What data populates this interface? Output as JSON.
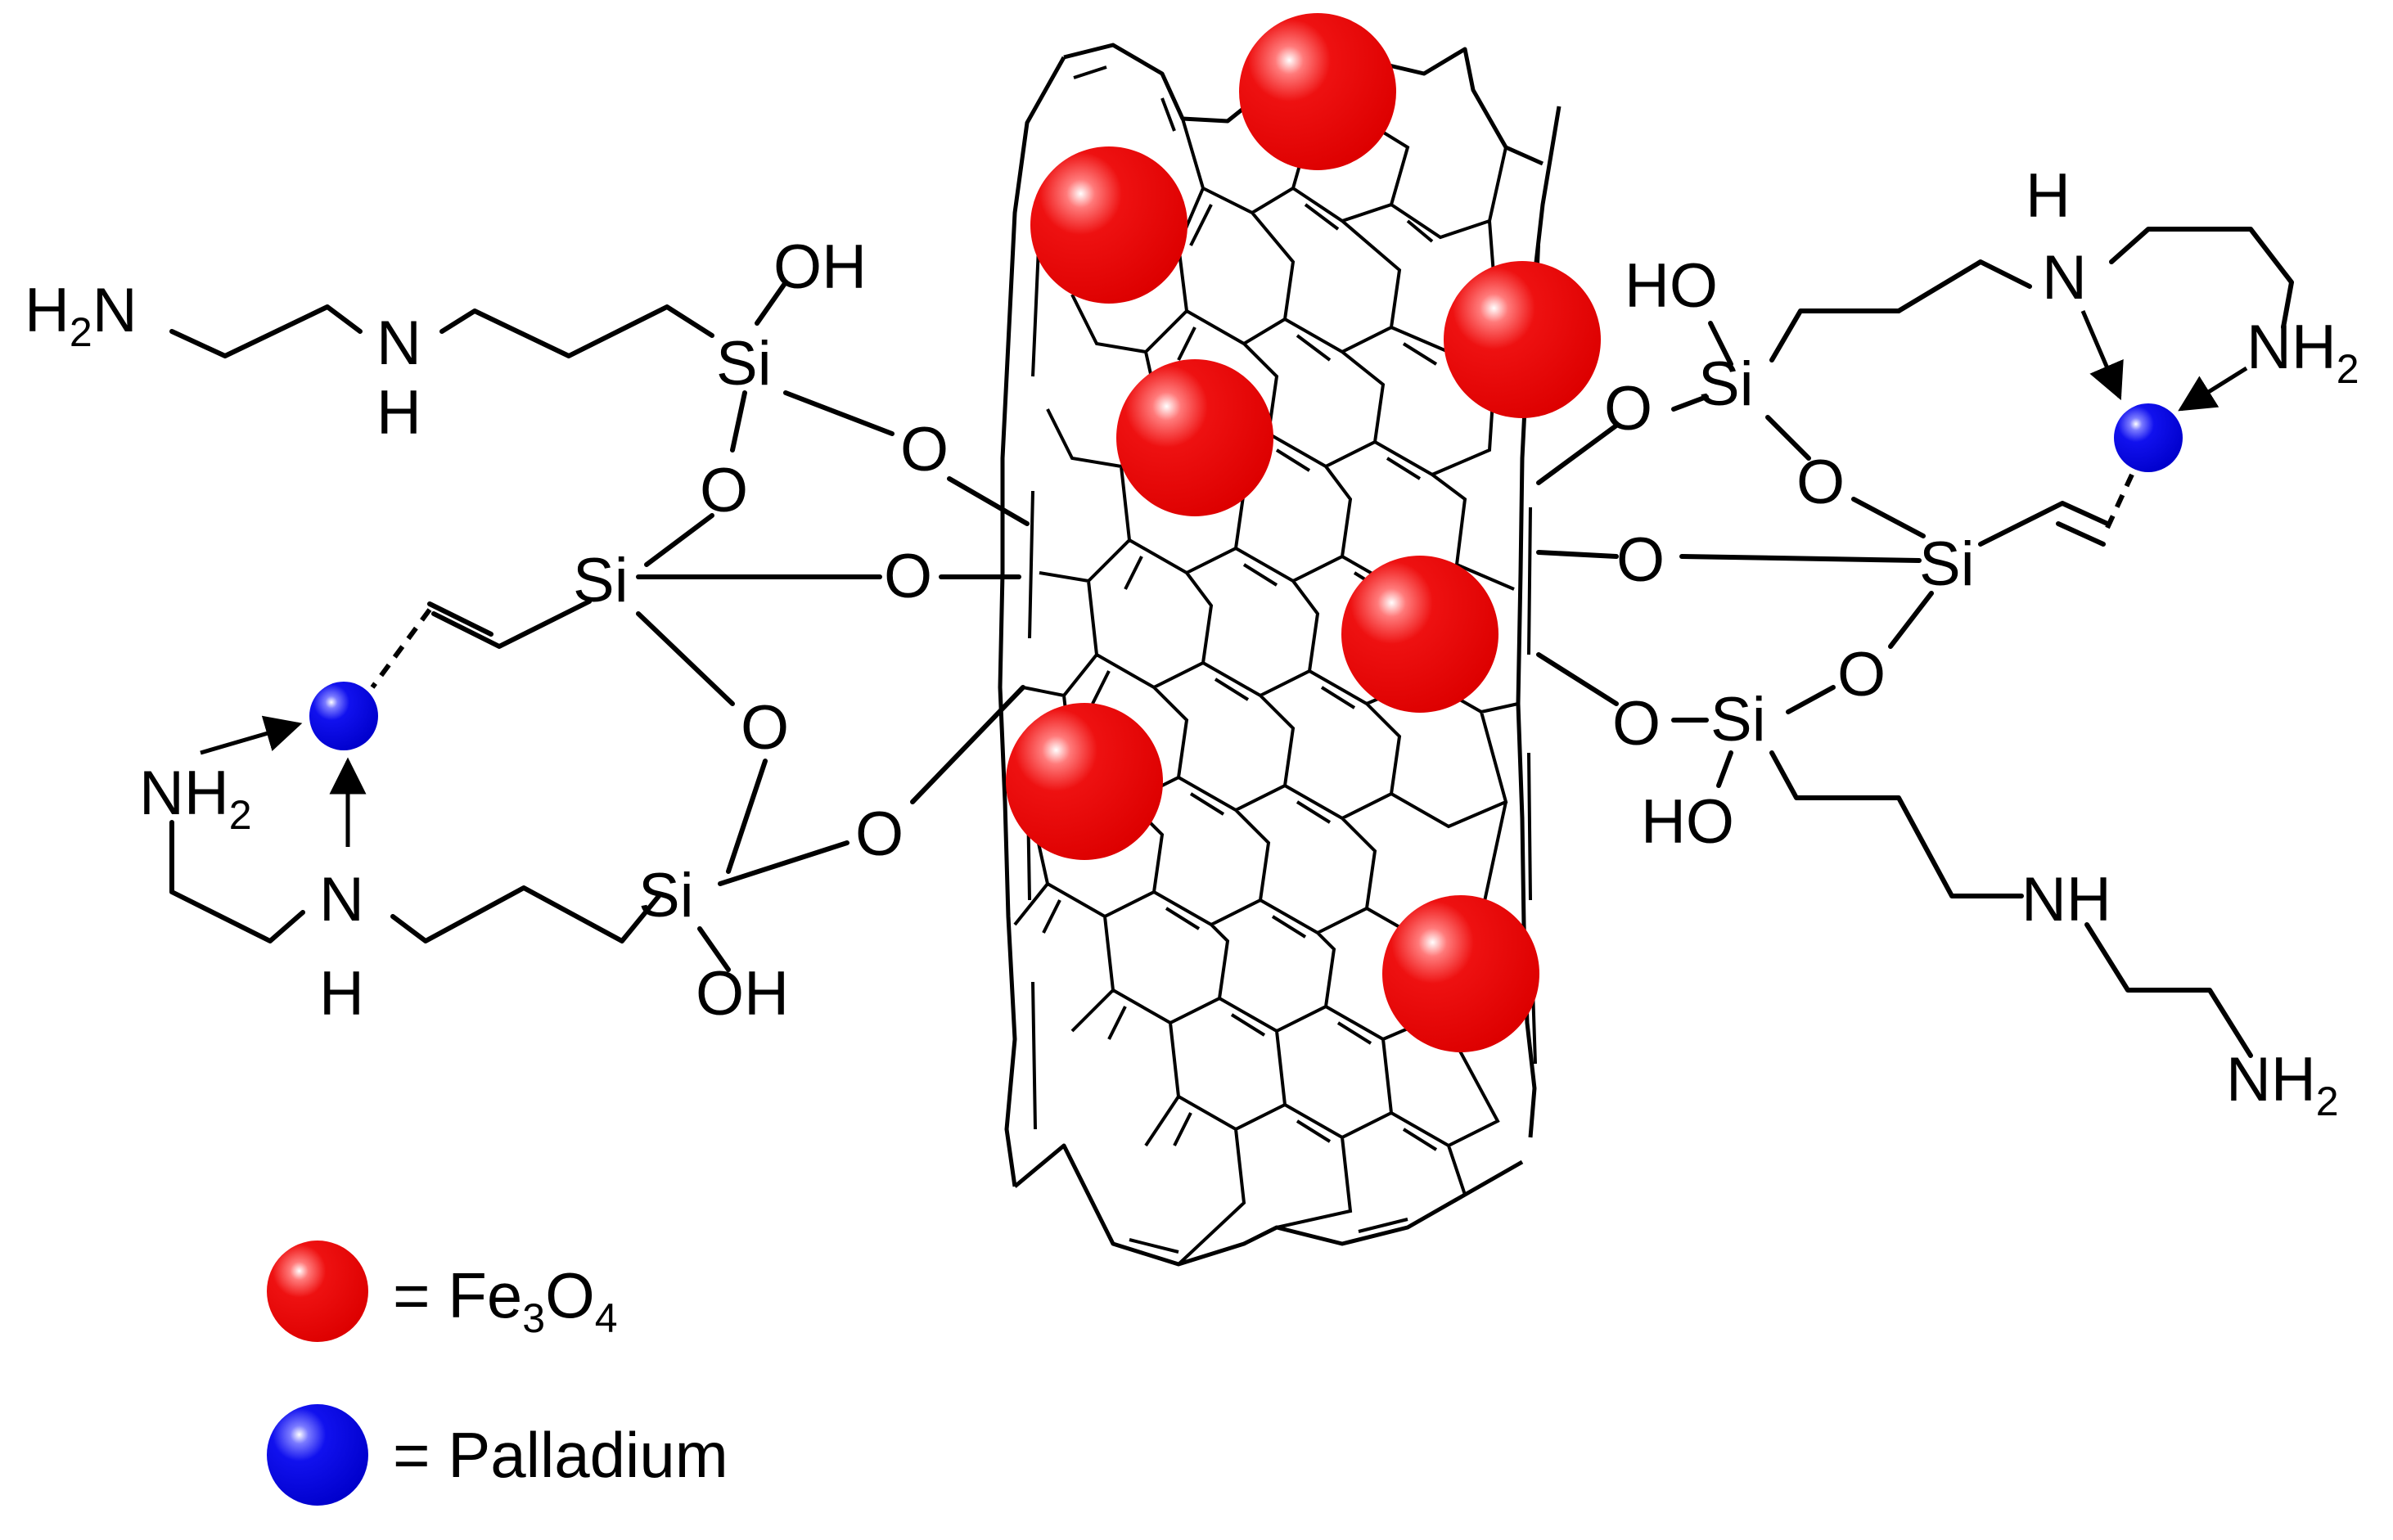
{
  "colors": {
    "fe3o4": "#ee1111",
    "palladium": "#1111ee",
    "bond": "#000000",
    "background": "#ffffff"
  },
  "labels": {
    "h2n": "H",
    "h2n_sub": "2",
    "h2n_n": "N",
    "n": "N",
    "h": "H",
    "oh": "OH",
    "ho": "HO",
    "si": "Si",
    "o": "O",
    "nh": "NH",
    "nh2": "NH",
    "nh2_sub": "2"
  },
  "legend": {
    "fe3o4": {
      "prefix": "= Fe",
      "sub1": "3",
      "mid": "O",
      "sub2": "4"
    },
    "palladium": {
      "text": "= Palladium"
    }
  }
}
